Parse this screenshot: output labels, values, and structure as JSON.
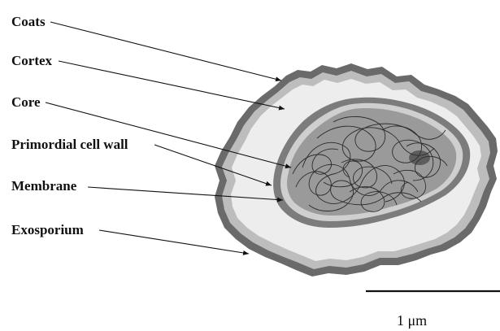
{
  "diagram": {
    "labels": {
      "coats": "Coats",
      "cortex": "Cortex",
      "core": "Core",
      "primordial_cell_wall": "Primordial cell wall",
      "membrane": "Membrane",
      "exosporium": "Exosporium"
    },
    "scale_bar": {
      "label": "1 μm"
    },
    "colors": {
      "exosporium": "#6a6a6a",
      "coats": "#bdbdbd",
      "cortex": "#ededed",
      "primordial_cell_wall": "#7c7c7c",
      "membrane": "#cfcfcf",
      "core": "#9a9a9a",
      "core_fibers": "#2b2b2b"
    }
  }
}
